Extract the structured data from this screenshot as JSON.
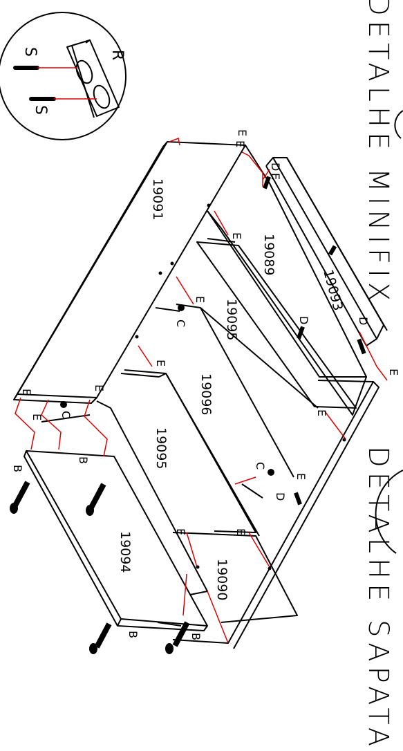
{
  "titles": {
    "minifix": "DETALHE MINIFIX",
    "sapata": "DETALHE SAPATA"
  },
  "panels": [
    {
      "code": "19091"
    },
    {
      "code": "19089"
    },
    {
      "code": "19093"
    },
    {
      "code": "19095"
    },
    {
      "code": "19096"
    },
    {
      "code": "19095"
    },
    {
      "code": "19094"
    },
    {
      "code": "19090"
    }
  ],
  "detail_labels": {
    "r": "R",
    "s_top": "S",
    "s_bottom": "S"
  },
  "part_labels": {
    "b": "B",
    "c": "C",
    "d": "D",
    "e": "E"
  },
  "colors": {
    "line": "#000000",
    "guide": "#e00000",
    "fill": "#ffffff"
  }
}
